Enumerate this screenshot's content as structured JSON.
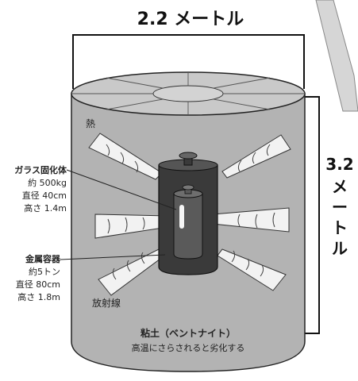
{
  "dimensions": {
    "width_label": "2.2 メートル",
    "height_label_number": "3.2",
    "height_label_unit": [
      "メ",
      "ー",
      "ト",
      "ル"
    ]
  },
  "labels": {
    "heat": "熱",
    "glass": {
      "title": "ガラス固化体",
      "lines": [
        "約 500kg",
        "直径 40cm",
        "高さ 1.4m"
      ]
    },
    "metal": {
      "title": "金属容器",
      "lines": [
        "約5トン",
        "直径 80cm",
        "高さ 1.8m"
      ]
    },
    "radiation": "放射線",
    "clay": {
      "title": "粘土（ベントナイト）",
      "subtitle": "高温にさらされると劣化する"
    }
  },
  "colors": {
    "clay_body": "#b3b3b3",
    "clay_top": "#c9c9c9",
    "canister": "#3a3a3a",
    "inner": "#5a5a5a",
    "rays": "#f2f2f2",
    "outline": "#222222"
  }
}
